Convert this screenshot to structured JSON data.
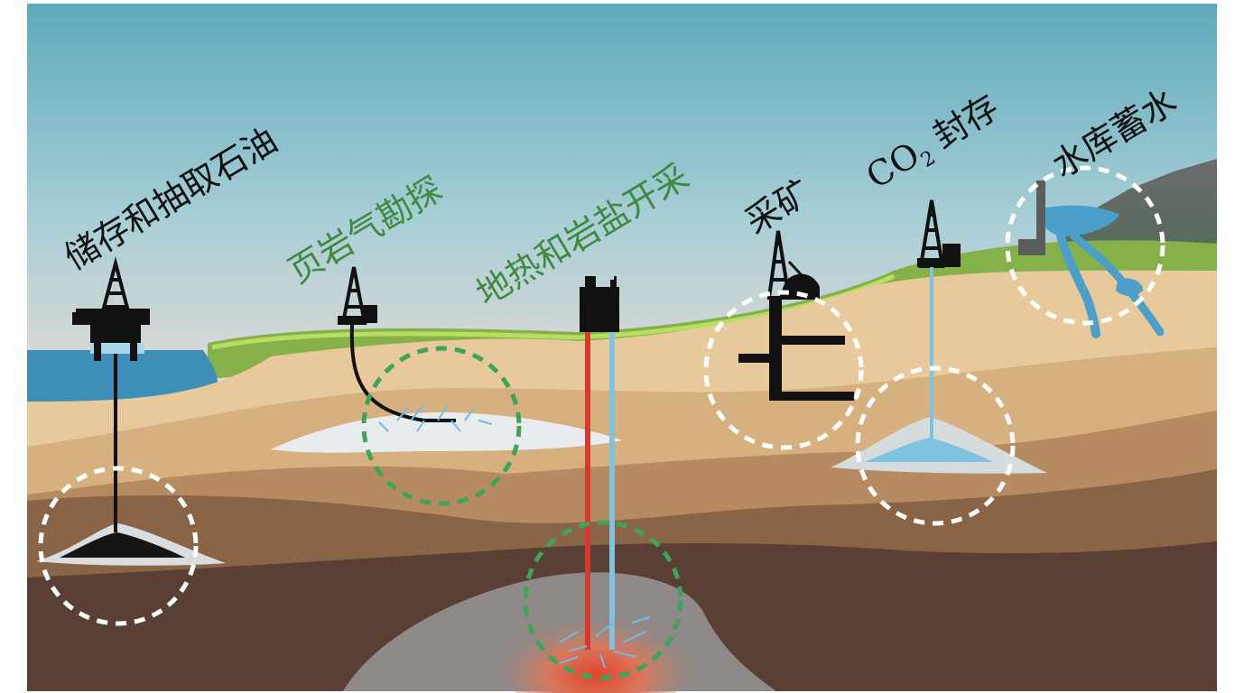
{
  "labels": {
    "oil": "储存和抽取石油",
    "shale": "页岩气勘探",
    "geothermal": "地热和岩盐开采",
    "mining": "采矿",
    "co2_base": "CO",
    "co2_sub": "2",
    "co2_rest": " 封存",
    "reservoir": "水库蓄水"
  },
  "colors": {
    "label_dark": "#111111",
    "label_green": "#3f8a3f",
    "circle_white": "#ffffff",
    "circle_green": "#3da55a",
    "hot_pipe": "#d63a2f",
    "cold_pipe": "#7fc3e3",
    "water": "#3f97c2"
  }
}
